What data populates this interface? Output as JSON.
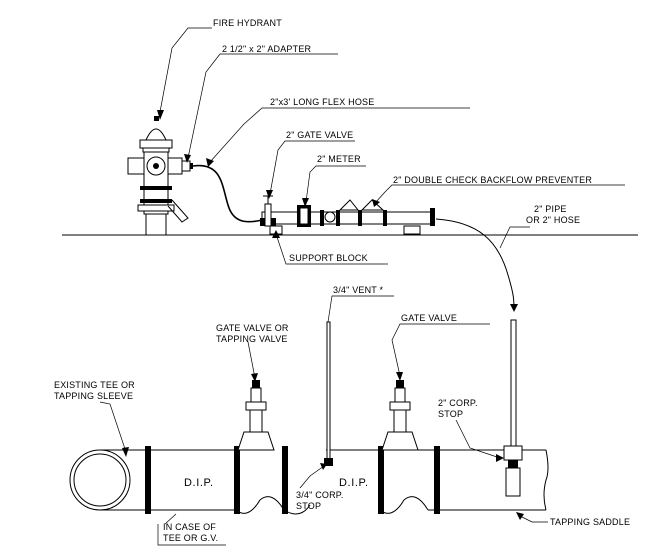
{
  "labels": {
    "fire_hydrant": "FIRE HYDRANT",
    "adapter": "2 1/2\" x 2\" ADAPTER",
    "flex_hose": "2\"x3' LONG FLEX HOSE",
    "gate_valve_2in": "2\" GATE VALVE",
    "meter": "2\" METER",
    "backflow": "2\" DOUBLE CHECK BACKFLOW PREVENTER",
    "pipe_or_hose_1": "2\" PIPE",
    "pipe_or_hose_2": "OR 2\" HOSE",
    "support_block": "SUPPORT BLOCK",
    "vent": "3/4\" VENT *",
    "gate_or_tapping_1": "GATE VALVE OR",
    "gate_or_tapping_2": "TAPPING VALVE",
    "gate_valve": "GATE VALVE",
    "existing_tee_1": "EXISTING TEE OR",
    "existing_tee_2": "TAPPING SLEEVE",
    "corp_stop_2in_1": "2\" CORP.",
    "corp_stop_2in_2": "STOP",
    "dip_left": "D.I.P.",
    "dip_right": "D.I.P.",
    "corp_stop_34_1": "3/4\" CORP.",
    "corp_stop_34_2": "STOP",
    "in_case_1": "IN CASE OF",
    "in_case_2": "TEE OR G.V.",
    "tapping_saddle": "TAPPING SADDLE"
  }
}
